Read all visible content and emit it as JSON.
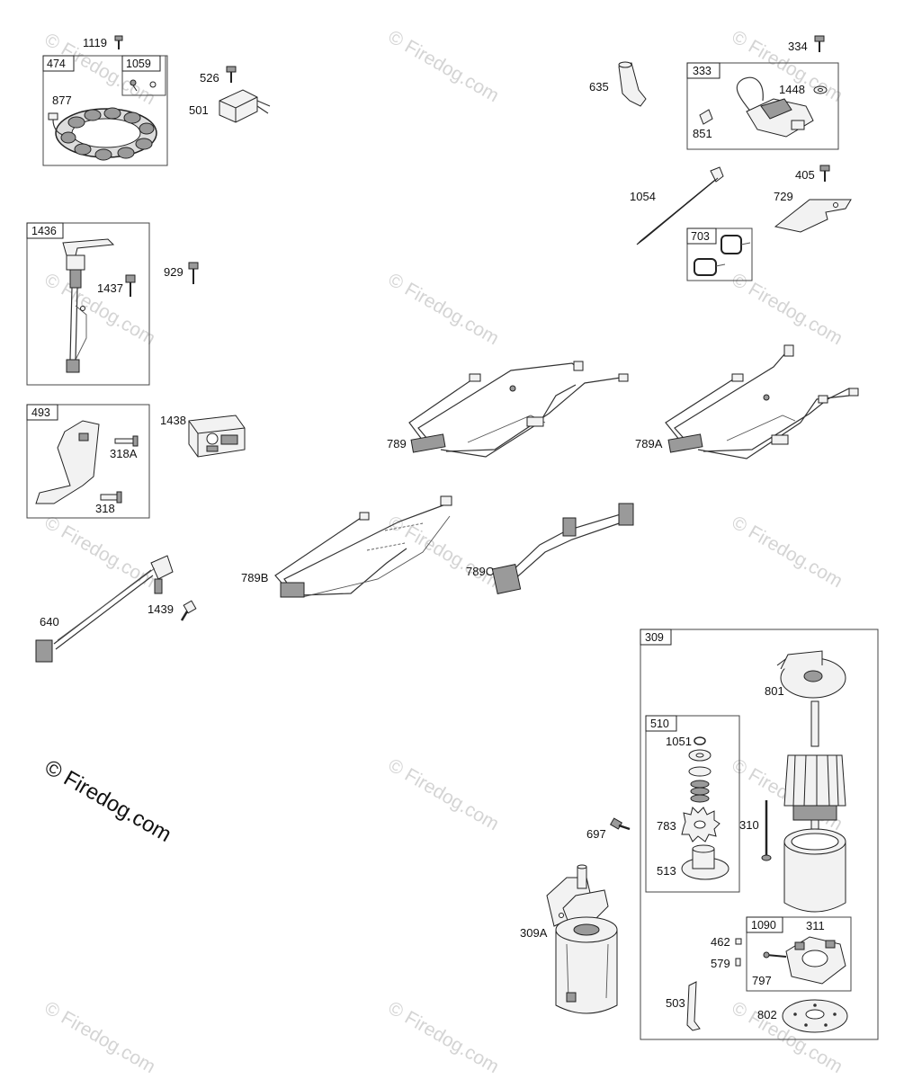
{
  "watermark": {
    "text": "© Firedog.com"
  },
  "box_tags": {
    "b474": "474",
    "b1059": "1059",
    "b333": "333",
    "b1436": "1436",
    "b493": "493",
    "b703": "703",
    "b309": "309",
    "b510": "510",
    "b1090": "1090"
  },
  "parts": {
    "p1119": "1119",
    "p877": "877",
    "p526": "526",
    "p501": "501",
    "p635": "635",
    "p334": "334",
    "p1448": "1448",
    "p851": "851",
    "p1054": "1054",
    "p405": "405",
    "p729": "729",
    "p929": "929",
    "p1437": "1437",
    "p1438": "1438",
    "p318A": "318A",
    "p318": "318",
    "p789": "789",
    "p789A": "789A",
    "p789B": "789B",
    "p789C": "789C",
    "p640": "640",
    "p1439": "1439",
    "p801": "801",
    "p1051": "1051",
    "p783": "783",
    "p513": "513",
    "p310": "310",
    "p697": "697",
    "p309A": "309A",
    "p311": "311",
    "p462": "462",
    "p579": "579",
    "p797": "797",
    "p503": "503",
    "p802": "802"
  }
}
